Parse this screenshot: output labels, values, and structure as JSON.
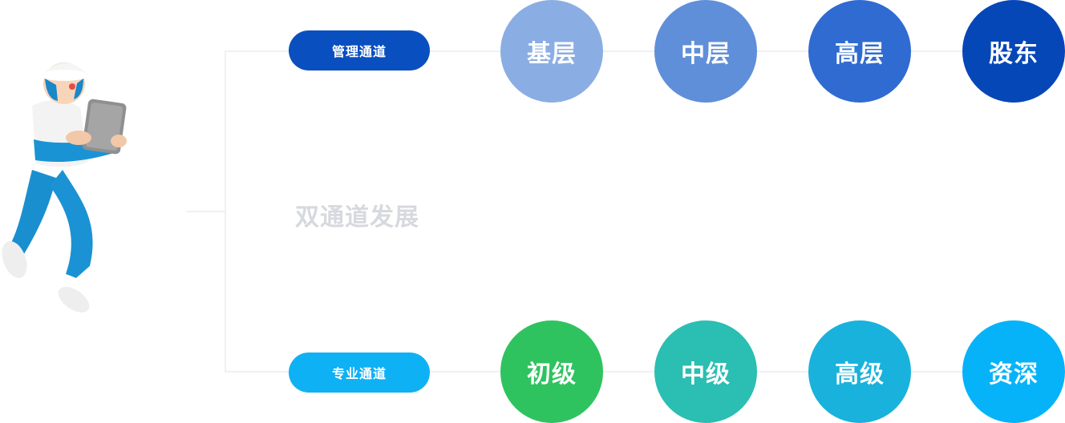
{
  "center_label": "双通道发展",
  "management_track": {
    "label": "管理通道",
    "color": "#0a4fbf",
    "levels": [
      {
        "label": "基层",
        "color": "#8aaee3"
      },
      {
        "label": "中层",
        "color": "#5f8fd9"
      },
      {
        "label": "高层",
        "color": "#2f6bd1"
      },
      {
        "label": "股东",
        "color": "#0647b8"
      }
    ]
  },
  "professional_track": {
    "label": "专业通道",
    "color": "#0fb1f5",
    "levels": [
      {
        "label": "初级",
        "color": "#2fc35f"
      },
      {
        "label": "中级",
        "color": "#2bbeb2"
      },
      {
        "label": "高级",
        "color": "#19b2dc"
      },
      {
        "label": "资深",
        "color": "#06b3f9"
      }
    ]
  }
}
